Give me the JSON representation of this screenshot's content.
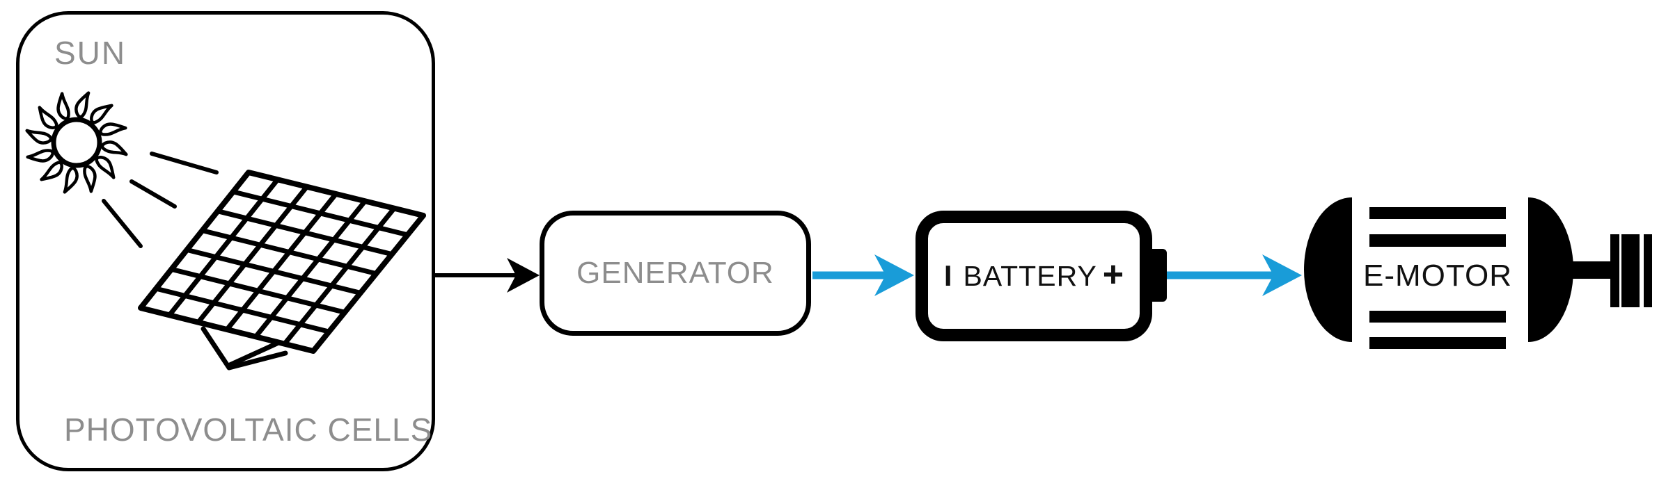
{
  "palette": {
    "background": "#ffffff",
    "black": "#000000",
    "label_gray": "#8d8d8d",
    "flow_blue": "#199cd8"
  },
  "nodes": {
    "photovoltaic": {
      "title": "SUN",
      "caption": "PHOTOVOLTAIC CELLS"
    },
    "generator": {
      "label": "GENERATOR"
    },
    "battery": {
      "negative_mark": "I",
      "label": "BATTERY",
      "positive_mark": "+"
    },
    "emotor": {
      "label": "E-MOTOR"
    }
  },
  "connectors": [
    {
      "from": "photovoltaic-cells",
      "to": "generator",
      "color": "#000000"
    },
    {
      "from": "generator",
      "to": "battery",
      "color": "#199cd8"
    },
    {
      "from": "battery",
      "to": "e-motor",
      "color": "#199cd8"
    }
  ],
  "icons": {
    "sun": "sun-icon",
    "solar_panel": "solar-panel-icon",
    "battery": "battery-icon",
    "electric_motor": "e-motor-icon",
    "arrows": "arrow-right-icon"
  }
}
